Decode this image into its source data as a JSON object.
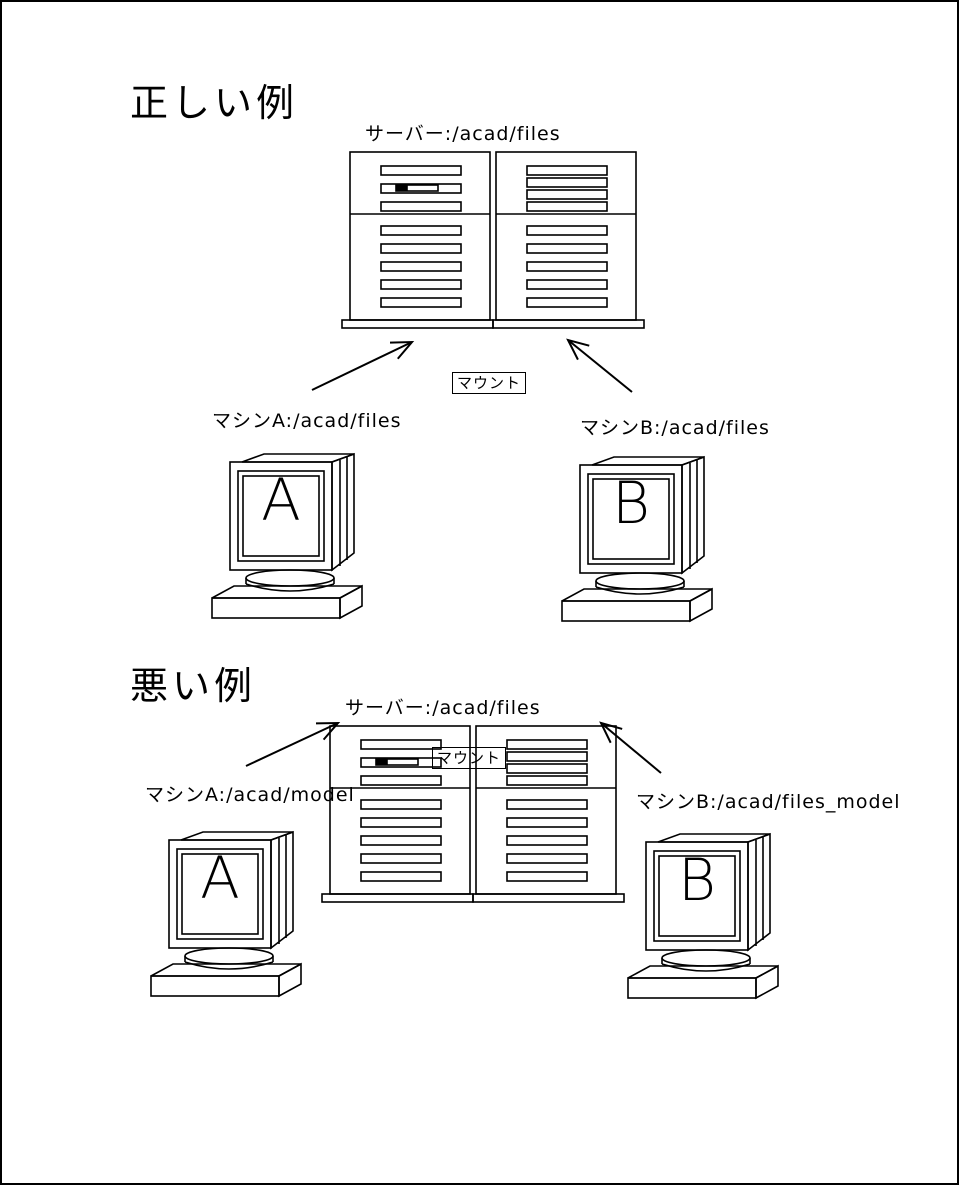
{
  "good": {
    "heading": "正しい例",
    "server_label": "サーバー:/acad/files",
    "mount_label": "マウント",
    "machine_a": {
      "label": "マシンA:/acad/files",
      "screen": "A"
    },
    "machine_b": {
      "label": "マシンB:/acad/files",
      "screen": "B"
    }
  },
  "bad": {
    "heading": "悪い例",
    "server_label": "サーバー:/acad/files",
    "mount_label": "マウント",
    "machine_a": {
      "label": "マシンA:/acad/model",
      "screen": "A"
    },
    "machine_b": {
      "label": "マシンB:/acad/files_model",
      "screen": "B"
    }
  }
}
